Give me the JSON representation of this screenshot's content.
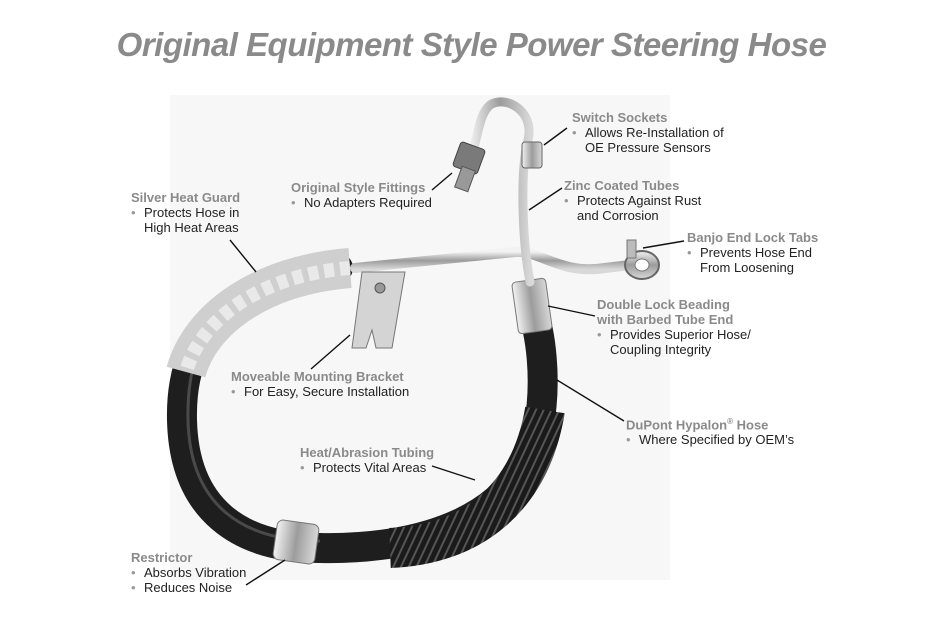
{
  "title": "Original Equipment Style Power Steering Hose",
  "callouts": {
    "silver_heat_guard": {
      "heading": "Silver Heat Guard",
      "line1": "Protects Hose in",
      "line2": "High Heat Areas"
    },
    "original_style_fittings": {
      "heading": "Original Style Fittings",
      "line1": "No Adapters Required"
    },
    "switch_sockets": {
      "heading": "Switch Sockets",
      "line1": "Allows Re-Installation of",
      "line2": "OE Pressure Sensors"
    },
    "zinc_coated_tubes": {
      "heading": "Zinc Coated Tubes",
      "line1": "Protects Against Rust",
      "line2": "and Corrosion"
    },
    "banjo_end_lock_tabs": {
      "heading": "Banjo End Lock Tabs",
      "line1": "Prevents Hose End",
      "line2": "From Loosening"
    },
    "double_lock_beading": {
      "heading1": "Double Lock Beading",
      "heading2": "with Barbed Tube End",
      "line1": "Provides Superior Hose/",
      "line2": "Coupling Integrity"
    },
    "moveable_mounting_bracket": {
      "heading": "Moveable Mounting Bracket",
      "line1": "For Easy, Secure Installation"
    },
    "dupont_hypalon_hose": {
      "heading": "DuPont Hypalon",
      "trademark": "®",
      "heading_suffix": " Hose",
      "line1": "Where Specified by OEM’s"
    },
    "heat_abrasion_tubing": {
      "heading": "Heat/Abrasion Tubing",
      "line1": "Protects Vital Areas"
    },
    "restrictor": {
      "heading": "Restrictor",
      "line1": "Absorbs Vibration",
      "line2": "Reduces Noise"
    }
  },
  "colors": {
    "title": "#8a8a8a",
    "heading": "#8a8a8a",
    "text": "#222222",
    "hose": "#1e1e1e",
    "metal": "#b8b8b8"
  }
}
